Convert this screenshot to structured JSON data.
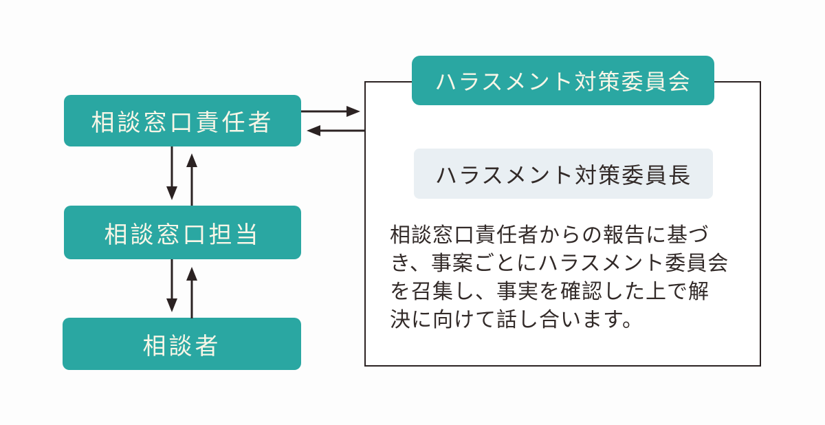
{
  "colors": {
    "teal": "#2aa7a2",
    "pale": "#e9eff3",
    "ink": "#322a28",
    "line": "#2b2222",
    "bg": "#fdfdfd",
    "boxText": "#f8f6e7"
  },
  "left_column": {
    "nodes": [
      {
        "label": "相談窓口責任者"
      },
      {
        "label": "相談窓口担当"
      },
      {
        "label": "相談者"
      }
    ]
  },
  "committee_panel": {
    "header": "ハラスメント対策委員会",
    "chair": "ハラスメント対策委員長",
    "description_lines": [
      "相談窓口責任者からの報告に基づ",
      "き、事案ごとにハラスメント委員会",
      "を召集し、事実を確認した上で解",
      "決に向けて話し合います。"
    ]
  }
}
